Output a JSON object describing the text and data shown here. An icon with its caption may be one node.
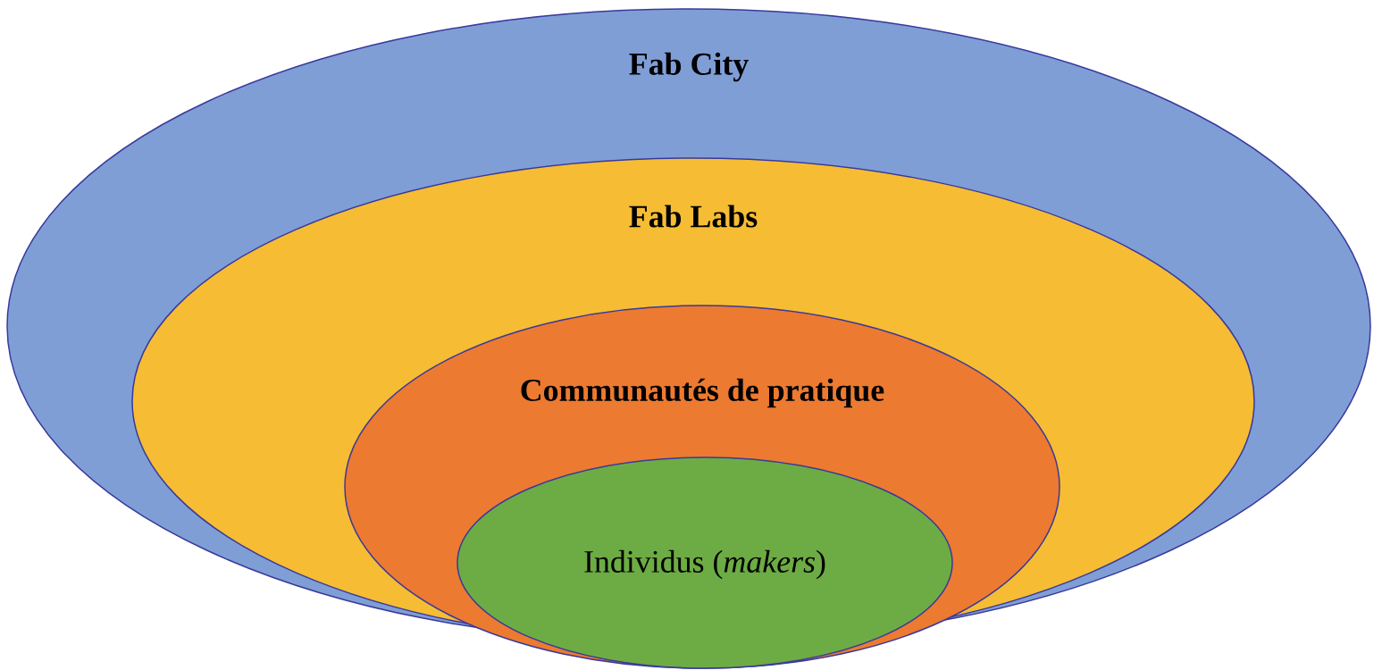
{
  "diagram": {
    "nodes": [
      {
        "text": [
          "Fab City"
        ]
      },
      {
        "text": [
          "Fab Labs"
        ],
        "in": 0
      },
      {
        "text": [
          "Communautés de pratique"
        ],
        "in": 1
      },
      {
        "text": [
          "Individus (*makers*)"
        ],
        "in": 2
      }
    ]
  }
}
